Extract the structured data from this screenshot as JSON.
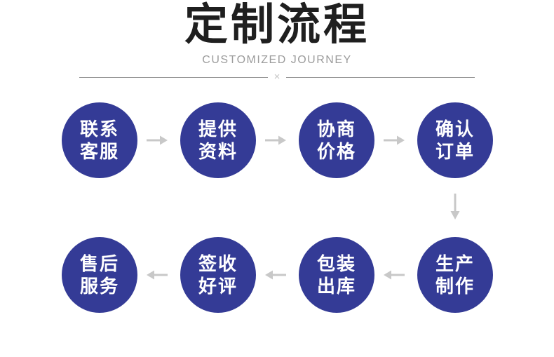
{
  "header": {
    "title": "定制流程",
    "subtitle": "CUSTOMIZED JOURNEY",
    "divider_mark": "×"
  },
  "colors": {
    "title": "#1f1f1f",
    "subtitle": "#9b9b9b",
    "divider_line": "#999999",
    "divider_mark": "#c5c5c5",
    "circle": "#343b96",
    "circle_text": "#ffffff",
    "arrow": "#c8c8c8"
  },
  "flow": {
    "row1": [
      {
        "line1": "联系",
        "line2": "客服"
      },
      {
        "line1": "提供",
        "line2": "资料"
      },
      {
        "line1": "协商",
        "line2": "价格"
      },
      {
        "line1": "确认",
        "line2": "订单"
      }
    ],
    "row2": [
      {
        "line1": "售后",
        "line2": "服务"
      },
      {
        "line1": "签收",
        "line2": "好评"
      },
      {
        "line1": "包装",
        "line2": "出库"
      },
      {
        "line1": "生产",
        "line2": "制作"
      }
    ]
  }
}
